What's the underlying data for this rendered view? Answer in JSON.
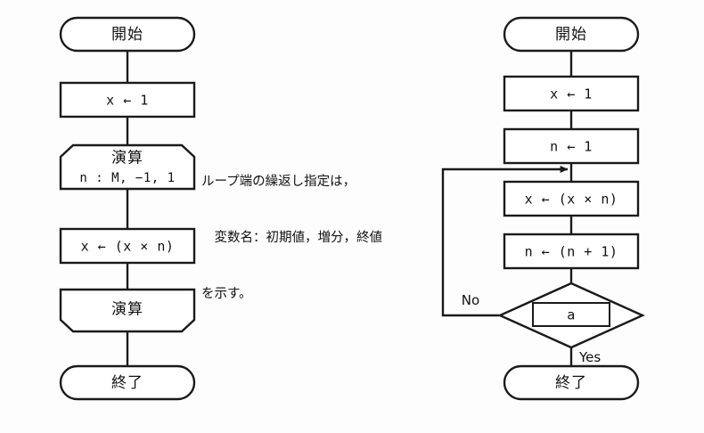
{
  "diagram": {
    "title": "Flowchart pair: loop-form and condition-form factorial computation",
    "background_color": "#fdfdfd",
    "line_color": "#1a1a1a",
    "fill_color": "#ffffff"
  },
  "left_flowchart": {
    "name": "loop-notation-flowchart",
    "nodes": [
      {
        "id": "start",
        "type": "terminator",
        "text": "開始"
      },
      {
        "id": "init_x",
        "type": "process",
        "text": "x ← 1"
      },
      {
        "id": "loop_start",
        "type": "loop-start",
        "text_top": "演算",
        "text_bottom": "n : M,  −1,  1"
      },
      {
        "id": "multiply",
        "type": "process",
        "text": "x ← (x × n)"
      },
      {
        "id": "loop_end",
        "type": "loop-end",
        "text": "演算"
      },
      {
        "id": "end",
        "type": "terminator",
        "text": "終了"
      }
    ]
  },
  "annotation": {
    "name": "loop-specification-note",
    "line1": "ループ端の繰返し指定は，",
    "line2": "　変数名：初期値，増分，終値",
    "line3": "を示す。"
  },
  "right_flowchart": {
    "name": "condition-notation-flowchart",
    "nodes": [
      {
        "id": "start",
        "type": "terminator",
        "text": "開始"
      },
      {
        "id": "init_x",
        "type": "process",
        "text": "x ← 1"
      },
      {
        "id": "init_n",
        "type": "process",
        "text": "n ← 1"
      },
      {
        "id": "multiply",
        "type": "process",
        "text": "x ← (x × n)"
      },
      {
        "id": "increment",
        "type": "process",
        "text": "n ← (n + 1)"
      },
      {
        "id": "decision",
        "type": "decision",
        "text": "a"
      },
      {
        "id": "end",
        "type": "terminator",
        "text": "終了"
      }
    ],
    "edges": [
      {
        "id": "no_branch",
        "label": "No",
        "from": "decision",
        "to": "multiply"
      },
      {
        "id": "yes_branch",
        "label": "Yes",
        "from": "decision",
        "to": "end"
      }
    ]
  }
}
